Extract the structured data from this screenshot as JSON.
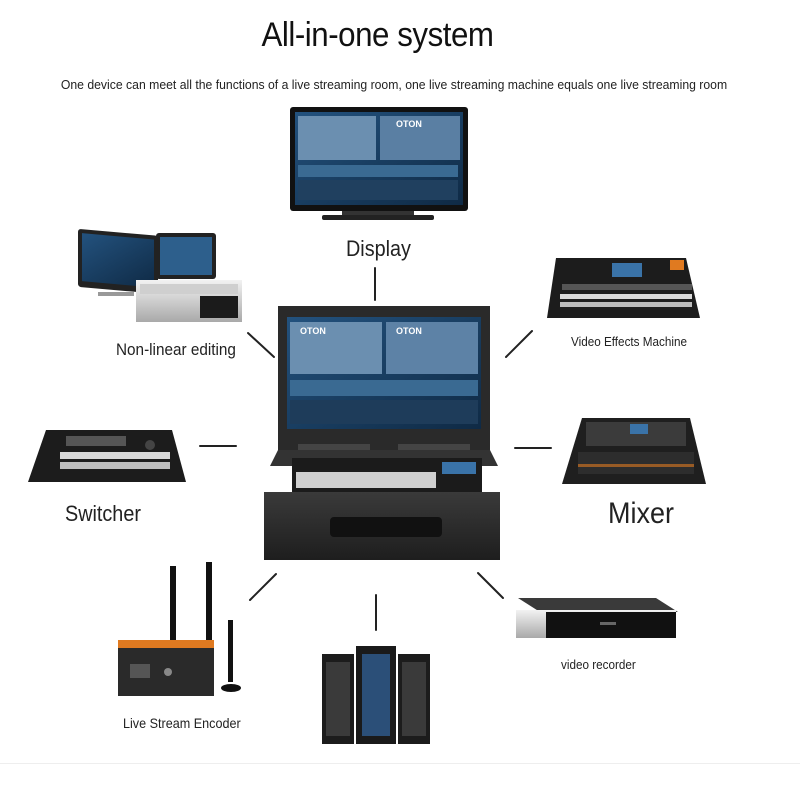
{
  "header": {
    "title": "All-in-one system",
    "subtitle": "One device can meet all the functions of a live streaming room, one live streaming machine equals one live streaming room"
  },
  "nodes": {
    "display": "Display",
    "non_linear_editing": "Non-linear editing",
    "video_effects_machine": "Video Effects Machine",
    "switcher": "Switcher",
    "mixer": "Mixer",
    "video_recorder": "video recorder",
    "live_stream_encoder": "Live Stream Encoder"
  },
  "screen_brand": "OTON",
  "colors": {
    "device_body": "#2b2b2b",
    "device_dark": "#1a1a1a",
    "screen_blue": "#1e4f7a",
    "accent_orange": "#e07a20",
    "connector": "#222222"
  }
}
